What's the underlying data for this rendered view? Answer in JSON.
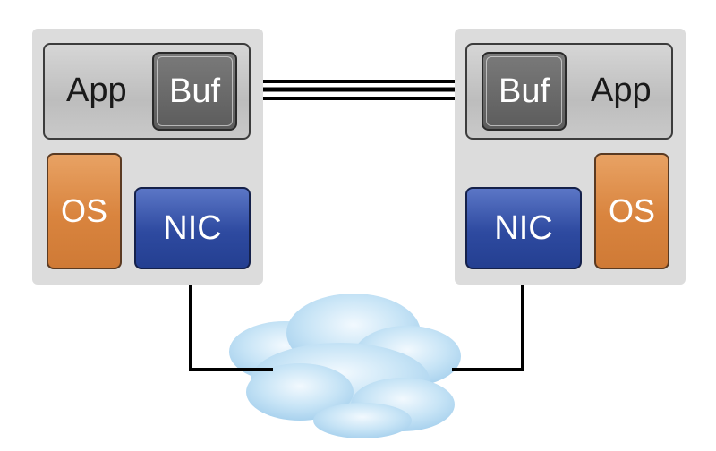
{
  "left_host": {
    "app_label": "App",
    "buf_label": "Buf",
    "os_label": "OS",
    "nic_label": "NIC"
  },
  "right_host": {
    "app_label": "App",
    "buf_label": "Buf",
    "os_label": "OS",
    "nic_label": "NIC"
  },
  "colors": {
    "host_bg": "#dcdcdc",
    "buf": "#666666",
    "os": "#d9843e",
    "nic": "#2e4aa0",
    "cloud": "#bfe0f3",
    "wire": "#000000"
  }
}
